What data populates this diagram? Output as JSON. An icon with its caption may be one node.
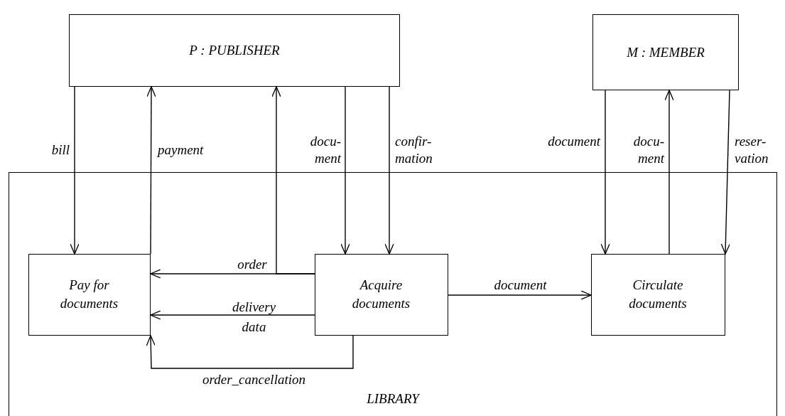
{
  "diagram": {
    "nodes": [
      {
        "text": [
          "P : PUBLISHER"
        ]
      },
      {
        "text": [
          "M : MEMBER"
        ]
      },
      {
        "text": [
          "LIBRARY"
        ]
      },
      {
        "text": [
          "Pay for documents"
        ],
        "in": 2
      },
      {
        "text": [
          "Acquire documents"
        ],
        "in": 2
      },
      {
        "text": [
          "Circulate documents"
        ],
        "in": 2
      }
    ],
    "edges": [
      {
        "from": 0,
        "to": 3,
        "arrow": "to",
        "label": "bill"
      },
      {
        "from": 3,
        "to": 0,
        "arrow": "to",
        "label": "payment"
      },
      {
        "from": 4,
        "to": 3,
        "arrow": "to",
        "label": "order"
      },
      {
        "from": 4,
        "to": 0,
        "arrow": "to"
      },
      {
        "from": 0,
        "to": 4,
        "arrow": "to",
        "label": "docu- ment"
      },
      {
        "from": 0,
        "to": 4,
        "arrow": "to",
        "label": "confir- mation"
      },
      {
        "from": 4,
        "to": 3,
        "arrow": "to",
        "label": "delivery data"
      },
      {
        "from": 4,
        "to": 3,
        "arrow": "to",
        "label": "order_cancellation"
      },
      {
        "from": 4,
        "to": 5,
        "arrow": "to",
        "label": "document"
      },
      {
        "from": 1,
        "to": 5,
        "arrow": "to",
        "label": "document"
      },
      {
        "from": 5,
        "to": 1,
        "arrow": "to",
        "label": "docu- ment"
      },
      {
        "from": 1,
        "to": 5,
        "arrow": "to",
        "label": "reser- vation"
      }
    ]
  }
}
